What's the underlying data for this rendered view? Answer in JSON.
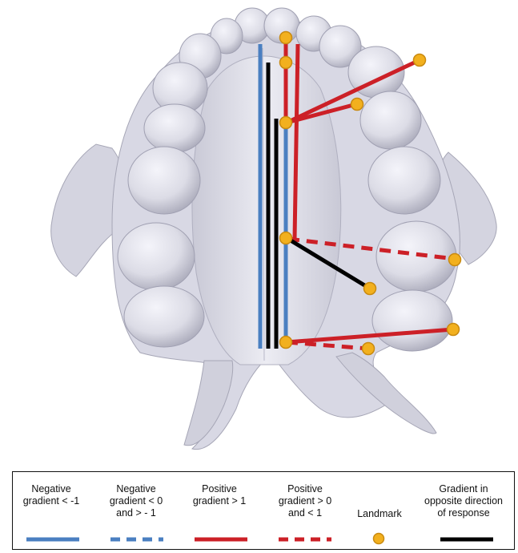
{
  "legend": {
    "items": [
      {
        "label": "Negative\ngradient < -1",
        "style": "solid",
        "color": "#4a7fc1"
      },
      {
        "label": "Negative\ngradient < 0\nand > - 1",
        "style": "dashed",
        "color": "#4a7fc1"
      },
      {
        "label": "Positive\ngradient > 1",
        "style": "solid",
        "color": "#cc2027"
      },
      {
        "label": "Positive\ngradient > 0\nand < 1",
        "style": "dashed",
        "color": "#cc2027"
      },
      {
        "label": "Landmark",
        "style": "dot",
        "color": "#f2b01e"
      },
      {
        "label": "Gradient in\nopposite direction\nof response",
        "style": "solid",
        "color": "#000000"
      }
    ]
  },
  "colors": {
    "bone": "#dcdce6",
    "bone_shadow": "#b4b4c2",
    "landmark_fill": "#f2b01e",
    "landmark_stroke": "#c98a10",
    "negative": "#4a7fc1",
    "positive": "#cc2027",
    "opposite": "#000000"
  }
}
